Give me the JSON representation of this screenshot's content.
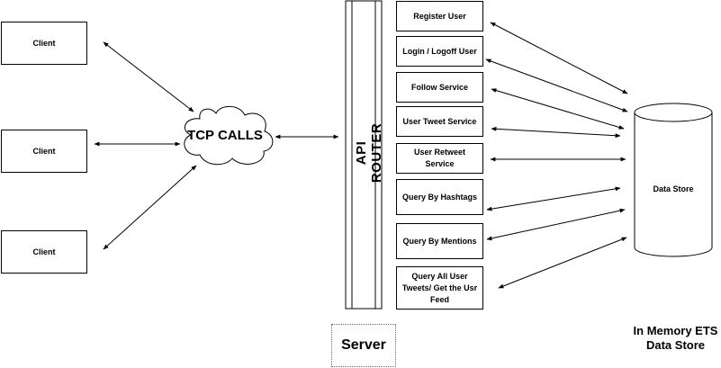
{
  "clients": [
    {
      "label": "Client"
    },
    {
      "label": "Client"
    },
    {
      "label": "Client"
    }
  ],
  "cloud": {
    "label": "TCP CALLS"
  },
  "router": {
    "label": "API ROUTER"
  },
  "services": [
    {
      "label": "Register User"
    },
    {
      "label": "Login / Logoff User"
    },
    {
      "label": "Follow Service"
    },
    {
      "label": "User Tweet Service"
    },
    {
      "label": "User Retweet Service"
    },
    {
      "label": "Query By Hashtags"
    },
    {
      "label": "Query By Mentions"
    },
    {
      "label": "Query All User Tweets/ Get the Usr Feed"
    }
  ],
  "datastore": {
    "label": "Data Store"
  },
  "server_caption": "Server",
  "ets_caption": "In Memory ETS Data Store"
}
